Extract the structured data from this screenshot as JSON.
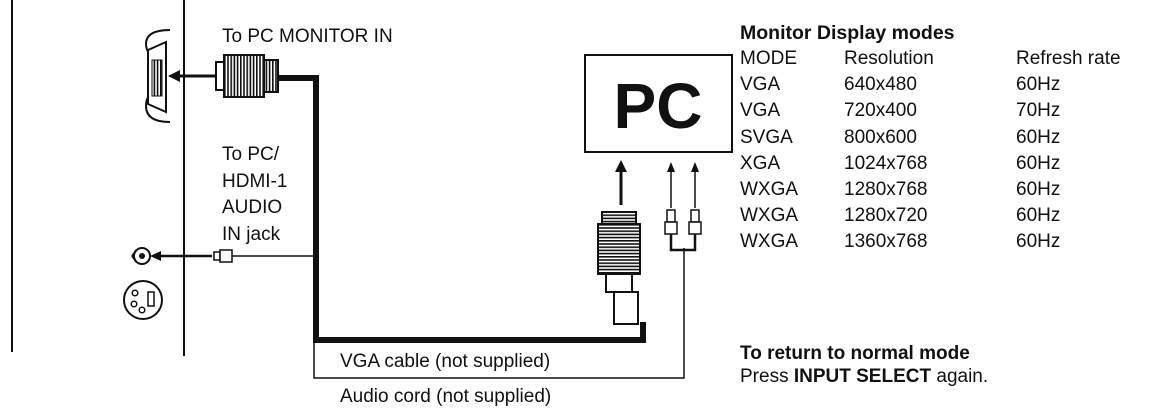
{
  "labels": {
    "monitor_in": "To PC MONITOR IN",
    "audio_jack_lines": [
      "To PC/",
      "HDMI-1",
      "AUDIO",
      "IN jack"
    ],
    "vga_cable": "VGA cable (not supplied)",
    "audio_cord": "Audio cord (not supplied)",
    "pc": "PC"
  },
  "modes": {
    "title": "Monitor Display modes",
    "headers": [
      "MODE",
      "Resolution",
      "Refresh rate"
    ],
    "rows": [
      [
        "VGA",
        "640x480",
        "60Hz"
      ],
      [
        "VGA",
        "720x400",
        "70Hz"
      ],
      [
        "SVGA",
        "800x600",
        "60Hz"
      ],
      [
        "XGA",
        "1024x768",
        "60Hz"
      ],
      [
        "WXGA",
        "1280x768",
        "60Hz"
      ],
      [
        "WXGA",
        "1280x720",
        "60Hz"
      ],
      [
        "WXGA",
        "1360x768",
        "60Hz"
      ]
    ]
  },
  "return_note": {
    "heading": "To return to normal mode",
    "prefix": "Press ",
    "key": "INPUT SELECT",
    "suffix": " again."
  }
}
